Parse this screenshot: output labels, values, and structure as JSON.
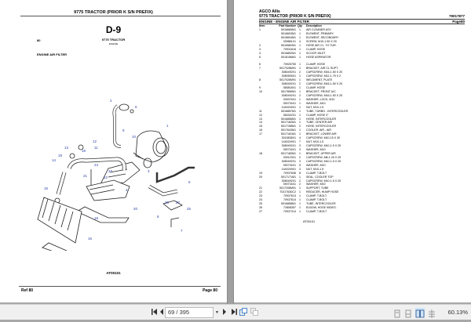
{
  "left_page": {
    "header_title": "9775 TRACTOR (PRIOR K S/N PREFIX)",
    "section_code": "D-9",
    "ref_number": "80",
    "subtitle": "9775 TRACTOR",
    "subtitle_sub": "ENGINE",
    "section_name": "ENGINE AIR FILTER",
    "figure_id": "AT00101",
    "footer_left": "Ref  80",
    "footer_right": "Page  80",
    "callouts": [
      "1",
      "2",
      "3",
      "4",
      "5",
      "6",
      "7",
      "8",
      "9",
      "10",
      "11",
      "12",
      "13",
      "14",
      "15",
      "16",
      "17",
      "18",
      "19",
      "20",
      "21",
      "22",
      "23",
      "24",
      "25",
      "26",
      "27"
    ]
  },
  "right_page": {
    "brand": "AGCO Allis",
    "title": "9775 TRACTOR (PRIOR K S/N PREFIX)",
    "doc_number": "79017877",
    "section": "ENGINE - ENGINE AIR FILTER",
    "page_label": "Page80",
    "columns": {
      "item": "Item",
      "part": "Part Number",
      "qty": "Qty",
      "desc": "Description"
    },
    "rows": [
      {
        "item": "1",
        "part": "5016665M1",
        "qty": "1",
        "desc": "AIR CLEANER ASY."
      },
      {
        "item": "",
        "part": "5016603M1",
        "qty": "1",
        "desc": "ELEMENT, PRIMARY"
      },
      {
        "item": "",
        "part": "5016604M1",
        "qty": "1",
        "desc": "ELEMENT, SECONDARY"
      },
      {
        "item": "",
        "part": "339881X1",
        "qty": "4",
        "desc": "SCREW, M10-1.50 X 20"
      },
      {
        "item": "2",
        "part": "5016582M1",
        "qty": "1",
        "desc": "HOSE AIR CL. TO TUR."
      },
      {
        "item": "3",
        "part": "70931616",
        "qty": "1",
        "desc": "CLAMP, HOSE"
      },
      {
        "item": "4",
        "part": "5016852M1",
        "qty": "1",
        "desc": "SCOOP, INLET"
      },
      {
        "item": "5",
        "part": "5016156M1",
        "qty": "1",
        "desc": "HOSE ASPIRATOR"
      },
      {
        "item": "",
        "part": "",
        "qty": "",
        "desc": ""
      },
      {
        "item": "6",
        "part": "70925750",
        "qty": "1",
        "desc": "CLAMP, HOSE"
      },
      {
        "item": "7",
        "part": "5017028M91",
        "qty": "1",
        "desc": "BRACKET, AIR CL SUPT."
      },
      {
        "item": "",
        "part": "3080492X1",
        "qty": "2",
        "desc": "CAPSCREW, M16-1.50 X 20"
      },
      {
        "item": "",
        "part": "3080505X1",
        "qty": "1",
        "desc": "CAPSCREW, M12-1.75 X 2"
      },
      {
        "item": "8",
        "part": "5017026M91",
        "qty": "1",
        "desc": "WELDMENT, PLATE"
      },
      {
        "item": "",
        "part": "3080492X1",
        "qty": "2",
        "desc": "CAPSCREW, M16-1.50 X 20"
      },
      {
        "item": "9",
        "part": "365818X1",
        "qty": "1",
        "desc": "CLAMP, HOSE"
      },
      {
        "item": "10",
        "part": "5017856M1",
        "qty": "1",
        "desc": "BRACKET, FRONT A/C"
      },
      {
        "item": "",
        "part": "3080492X1",
        "qty": "2",
        "desc": "CAPSCREW, M16-1.50 X 25"
      },
      {
        "item": "",
        "part": "339376X1",
        "qty": "1",
        "desc": "WASHER, LOCK, M10"
      },
      {
        "item": "",
        "part": "390734X1",
        "qty": "1",
        "desc": "WASHER, M10"
      },
      {
        "item": "",
        "part": "1440249X1",
        "qty": "1",
        "desc": "NUT, M10-1.5"
      },
      {
        "item": "11",
        "part": "5016857M1",
        "qty": "1",
        "desc": "TUBE, TURBO - INTERCOOLER"
      },
      {
        "item": "12",
        "part": "384342X1",
        "qty": "1",
        "desc": "CLAMP, HOSE 3\""
      },
      {
        "item": "13",
        "part": "5016856M1",
        "qty": "1",
        "desc": "HOSE, INTERCOOLER"
      },
      {
        "item": "14",
        "part": "5017182M1",
        "qty": "1",
        "desc": "TUBE, CENTER AIR"
      },
      {
        "item": "15",
        "part": "5017158M1",
        "qty": "2",
        "desc": "HOSE, INTERCOOLER"
      },
      {
        "item": "16",
        "part": "5017643M1",
        "qty": "1",
        "desc": "COOLER, AIR - AIR"
      },
      {
        "item": "17",
        "part": "5017181M1",
        "qty": "1",
        "desc": "BRACKET, LOWER AIR"
      },
      {
        "item": "",
        "part": "3015838X1",
        "qty": "4",
        "desc": "CAPSCREW, M10-15 X 30"
      },
      {
        "item": "",
        "part": "1440249X1",
        "qty": "7",
        "desc": "NUT, M10-1.5"
      },
      {
        "item": "",
        "part": "3080492X1",
        "qty": "3",
        "desc": "CAPSCREW, M10-1.5 X 25"
      },
      {
        "item": "",
        "part": "390734X1",
        "qty": "3",
        "desc": "WASHER, M10"
      },
      {
        "item": "18",
        "part": "5017180M1",
        "qty": "1",
        "desc": "BRACKET, UPPER AIR"
      },
      {
        "item": "",
        "part": "339123X1",
        "qty": "2",
        "desc": "CAPSCREW, M8-1.25 X 25"
      },
      {
        "item": "",
        "part": "3080492X1",
        "qty": "3",
        "desc": "CAPSCREW, M10-1.5 X 25"
      },
      {
        "item": "",
        "part": "390734X1",
        "qty": "5",
        "desc": "WASHER, M10"
      },
      {
        "item": "",
        "part": "1440249X1",
        "qty": "3",
        "desc": "NUT, M10-1.5"
      },
      {
        "item": "19",
        "part": "70937636",
        "qty": "8",
        "desc": "CLAMP, T-BOLT"
      },
      {
        "item": "20",
        "part": "5017171M1",
        "qty": "1",
        "desc": "SEAL, COOLER TOP"
      },
      {
        "item": "",
        "part": "3080492X1",
        "qty": "2",
        "desc": "CAPSCREW, M10-1.5 X 25"
      },
      {
        "item": "",
        "part": "390734X1",
        "qty": "2",
        "desc": "WASHER, M10"
      },
      {
        "item": "21",
        "part": "5017208M91",
        "qty": "1",
        "desc": "SUPPORT, TUBE"
      },
      {
        "item": "22",
        "part": "70217630C2",
        "qty": "1",
        "desc": "REDUCER, HUMP HOSE"
      },
      {
        "item": "23",
        "part": "70937613",
        "qty": "1",
        "desc": "CLAMP, T-BOLT"
      },
      {
        "item": "24",
        "part": "70937614",
        "qty": "1",
        "desc": "CLAMP, T-BOLT"
      },
      {
        "item": "25",
        "part": "5016858M1",
        "qty": "1",
        "desc": "TUBE, INTERCOOLER"
      },
      {
        "item": "26",
        "part": "72808357",
        "qty": "1",
        "desc": "ELBOW, HOSE 90DEG."
      },
      {
        "item": "27",
        "part": "70937314",
        "qty": "1",
        "desc": "CLAMP, T-BOLT"
      }
    ],
    "figure_id": "AT00101"
  },
  "toolbar": {
    "first_page_icon": "first-page",
    "prev_page_icon": "prev-page",
    "page_display": "69 / 395",
    "next_page_icon": "next-page",
    "last_page_icon": "last-page",
    "zoom_level": "60.13%",
    "active_view": "two-page",
    "accent_color": "#cde4f7",
    "callout_color": "#2a3fa8"
  }
}
